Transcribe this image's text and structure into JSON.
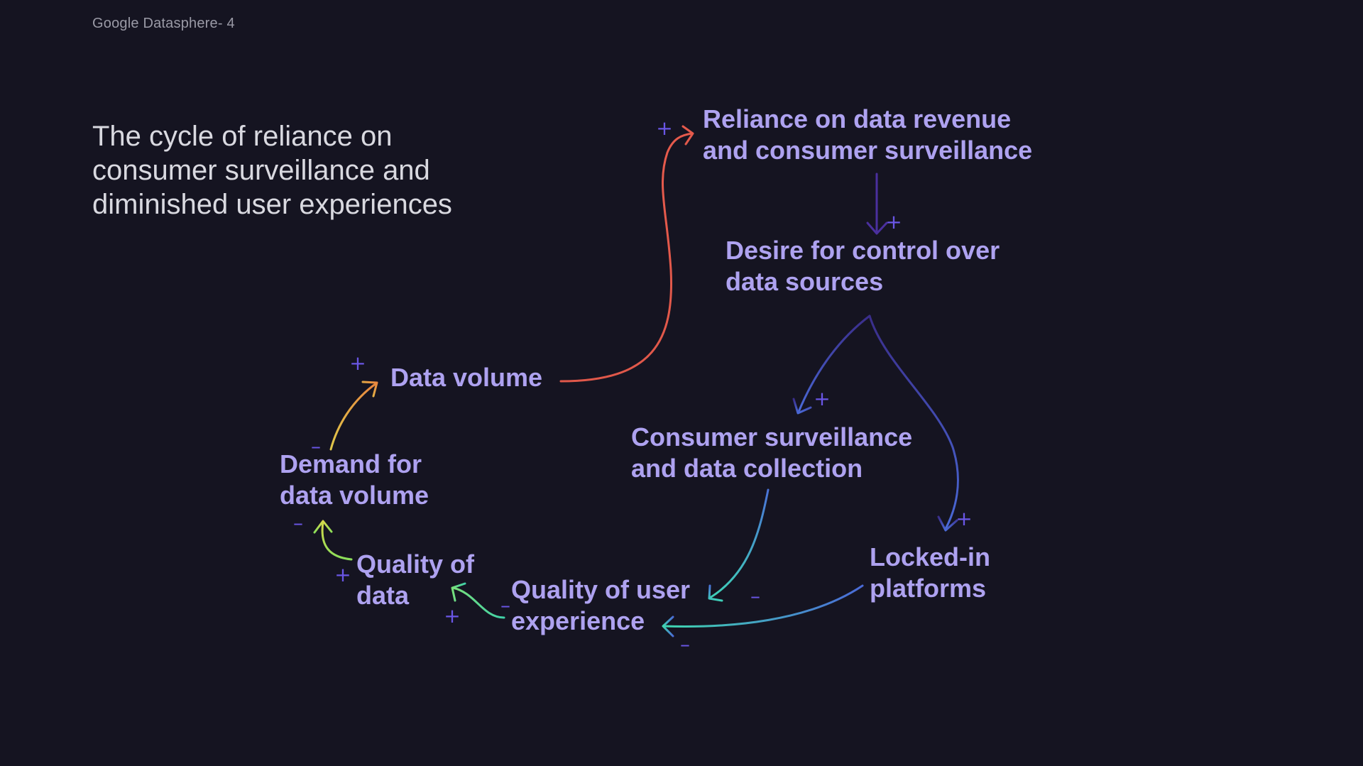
{
  "header": {
    "text": "Google Datasphere- 4"
  },
  "title": {
    "lines": [
      "The cycle of reliance on",
      "consumer surveillance and",
      "diminished user experiences"
    ]
  },
  "nodes": {
    "reliance": [
      "Reliance on data revenue",
      "and consumer surveillance"
    ],
    "desire": [
      "Desire for control over",
      "data sources"
    ],
    "surveillance": [
      "Consumer surveillance",
      "and data collection"
    ],
    "locked": [
      "Locked-in",
      "platforms"
    ],
    "ux_quality": [
      "Quality of user",
      "experience"
    ],
    "data_quality": [
      "Quality of",
      "data"
    ],
    "demand": [
      "Demand for",
      "data volume"
    ],
    "volume": [
      "Data volume"
    ]
  },
  "signs": {
    "reliance_in": "+",
    "desire_in": "+",
    "surveillance_in": "+",
    "locked_in": "+",
    "ux_from_surveillance": "–",
    "ux_from_locked": "–",
    "ux_out": "–",
    "data_quality_in": "+",
    "data_quality_out": "+",
    "demand_in": "–",
    "demand_out": "–",
    "volume_in": "+"
  },
  "colors": {
    "background": "#151421",
    "node_text": "#aea2f0",
    "sign": "#6a56e6",
    "arrow_volume_to_reliance": "#e0584a",
    "arrow_reliance_to_desire": "#5b3ab0",
    "arrow_desire_to_surveillance": "#4a4cc4",
    "arrow_desire_to_locked": "#4457c8",
    "arrow_surveillance_to_ux": "#3fb7c8",
    "arrow_locked_to_ux": "#3fc4bd",
    "arrow_ux_to_data_quality": "#59d88a",
    "arrow_data_quality_to_demand": "#b4d84a",
    "arrow_demand_to_volume": "#e8ac42"
  }
}
